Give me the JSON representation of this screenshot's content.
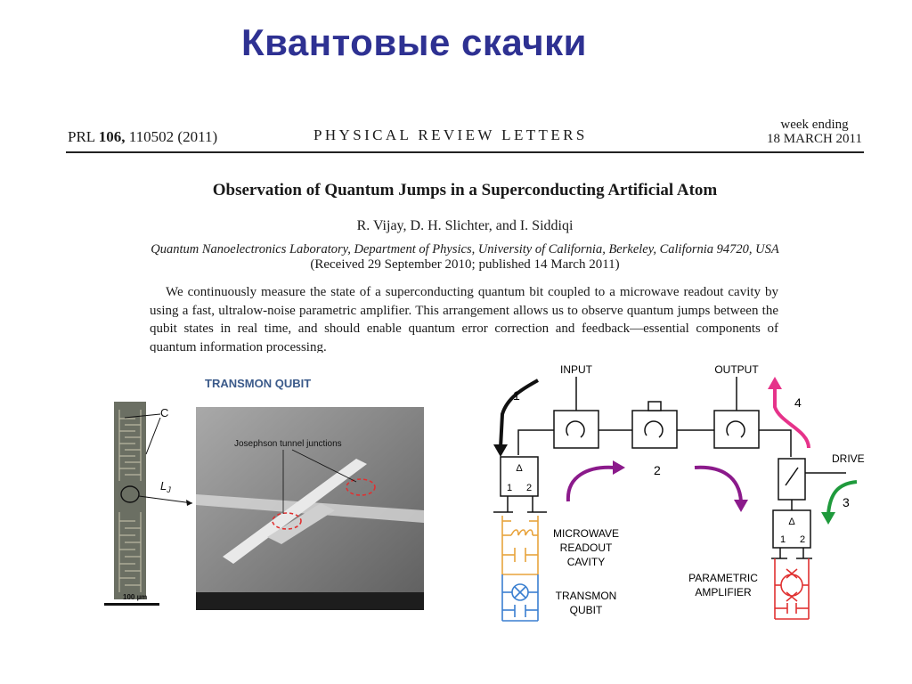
{
  "slide": {
    "title": "Квантовые скачки"
  },
  "paper": {
    "journal_ref_prefix": "PRL ",
    "journal_ref_volume": "106,",
    "journal_ref_rest": " 110502 (2011)",
    "journal_name": "PHYSICAL REVIEW LETTERS",
    "week_ending_label": "week ending",
    "week_ending_date": "18 MARCH 2011",
    "title": "Observation of Quantum Jumps in a Superconducting Artificial Atom",
    "authors": "R. Vijay, D. H. Slichter, and I. Siddiqi",
    "affiliation": "Quantum Nanoelectronics Laboratory, Department of Physics, University of California, Berkeley, California 94720, USA",
    "received": "(Received 29 September 2010; published 14 March 2011)",
    "abstract": "We continuously measure the state of a superconducting quantum bit coupled to a microwave readout cavity by using a fast, ultralow-noise parametric amplifier. This arrangement allows us to observe quantum jumps between the qubit states in real time, and should enable quantum error correction and feedback—essential components of quantum information processing."
  },
  "transmon_figure": {
    "label": "TRANSMON QUBIT",
    "c_label": "C",
    "lj_label": "L",
    "lj_sub": "J",
    "junction_label": "Josephson tunnel junctions",
    "scale_label": "100 µm"
  },
  "circuit": {
    "input_label": "INPUT",
    "output_label": "OUTPUT",
    "drive_label": "DRIVE",
    "step_1": "1",
    "step_2": "2",
    "step_3": "3",
    "step_4": "4",
    "delta": "Δ",
    "port_left": "1",
    "port_right": "2",
    "cavity_line1": "MICROWAVE",
    "cavity_line2": "READOUT",
    "cavity_line3": "CAVITY",
    "qubit_line1": "TRANSMON",
    "qubit_line2": "QUBIT",
    "amp_line1": "PARAMETRIC",
    "amp_line2": "AMPLIFIER",
    "colors": {
      "arrow_black": "#111111",
      "arrow_purple": "#8b1a8b",
      "arrow_green": "#1f9a3c",
      "arrow_pink": "#e6338a",
      "cavity": "#e8a33c",
      "qubit": "#3a7fd0",
      "amp": "#e03030"
    }
  }
}
